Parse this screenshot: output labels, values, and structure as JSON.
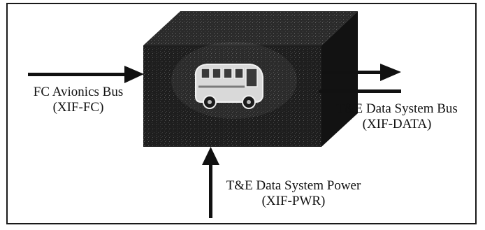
{
  "diagram": {
    "inputs": {
      "avionics": {
        "line1": "FC Avionics Bus",
        "line2": "(XIF-FC)"
      },
      "power": {
        "line1": "T&E Data System Power",
        "line2": "(XIF-PWR)"
      }
    },
    "outputs": {
      "data": {
        "line1": "T&E Data System Bus",
        "line2": "(XIF-DATA)"
      }
    },
    "center_icon": "bus-icon",
    "colors": {
      "box_front": "#1b1b1b",
      "box_top": "#2a2a2a",
      "box_side": "#111111",
      "arrow": "#111111"
    }
  }
}
